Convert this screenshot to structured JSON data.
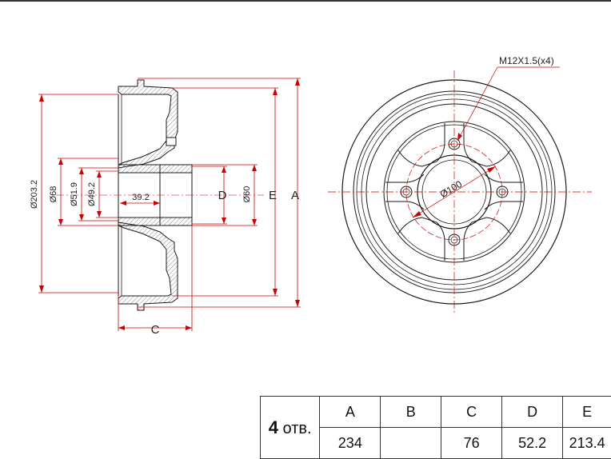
{
  "drawing": {
    "side_view": {
      "dims": {
        "d203": "Ø203.2",
        "d68": "Ø68",
        "d51": "Ø51.9",
        "d49": "Ø49.2",
        "d39": "39.2",
        "D": "D",
        "d60": "Ø60",
        "E": "E",
        "A": "A",
        "C": "C"
      }
    },
    "front_view": {
      "thread_callout": "M12X1.5(x4)",
      "bolt_circle": "Ø100"
    }
  },
  "colors": {
    "line": "#1a1a1a",
    "dimension": "#cc0000",
    "hatch": "#555555"
  },
  "spec_table": {
    "holes_number": "4",
    "holes_label": " отв.",
    "headers": [
      "A",
      "B",
      "C",
      "D",
      "E"
    ],
    "values": [
      "234",
      "",
      "76",
      "52.2",
      "213.4"
    ]
  }
}
